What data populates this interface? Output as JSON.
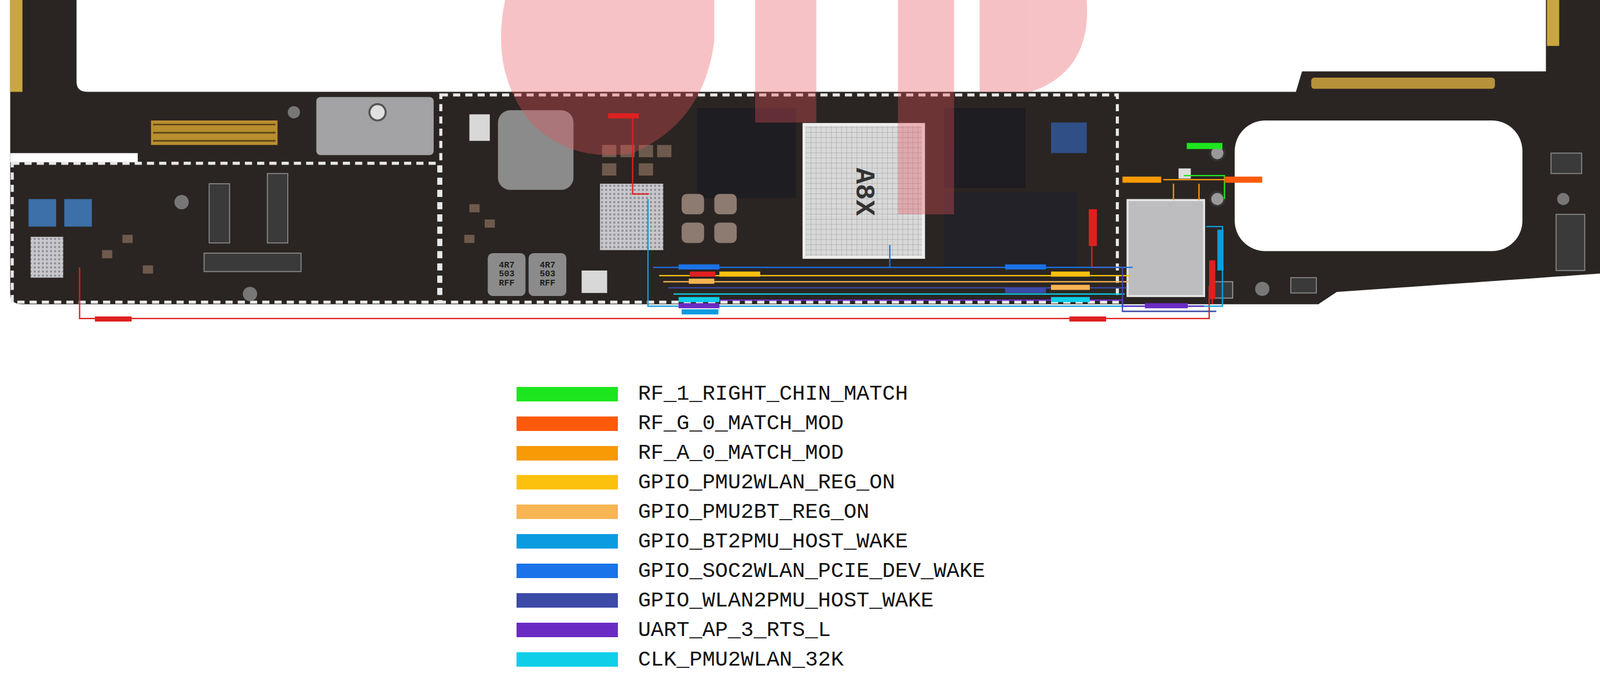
{
  "diagram": {
    "labels": [
      "A8X",
      "4R7 503 RFF",
      "4R7 503 RFF"
    ],
    "legend": [
      {
        "text": "RF_1_RIGHT_CHIN_MATCH",
        "color": "#1ee61e"
      },
      {
        "text": "RF_G_0_MATCH_MOD",
        "color": "#ff5a0a"
      },
      {
        "text": "RF_A_0_MATCH_MOD",
        "color": "#f79a05"
      },
      {
        "text": "GPIO_PMU2WLAN_REG_ON",
        "color": "#fcc10c"
      },
      {
        "text": "GPIO_PMU2BT_REG_ON",
        "color": "#f8b553"
      },
      {
        "text": "GPIO_BT2PMU_HOST_WAKE",
        "color": "#0b9be0"
      },
      {
        "text": "GPIO_SOC2WLAN_PCIE_DEV_WAKE",
        "color": "#1a73e8"
      },
      {
        "text": "GPIO_WLAN2PMU_HOST_WAKE",
        "color": "#3c4aa8"
      },
      {
        "text": "UART_AP_3_RTS_L",
        "color": "#6a2bc4"
      },
      {
        "text": "CLK_PMU2WLAN_32K",
        "color": "#0fcfe8"
      }
    ]
  }
}
